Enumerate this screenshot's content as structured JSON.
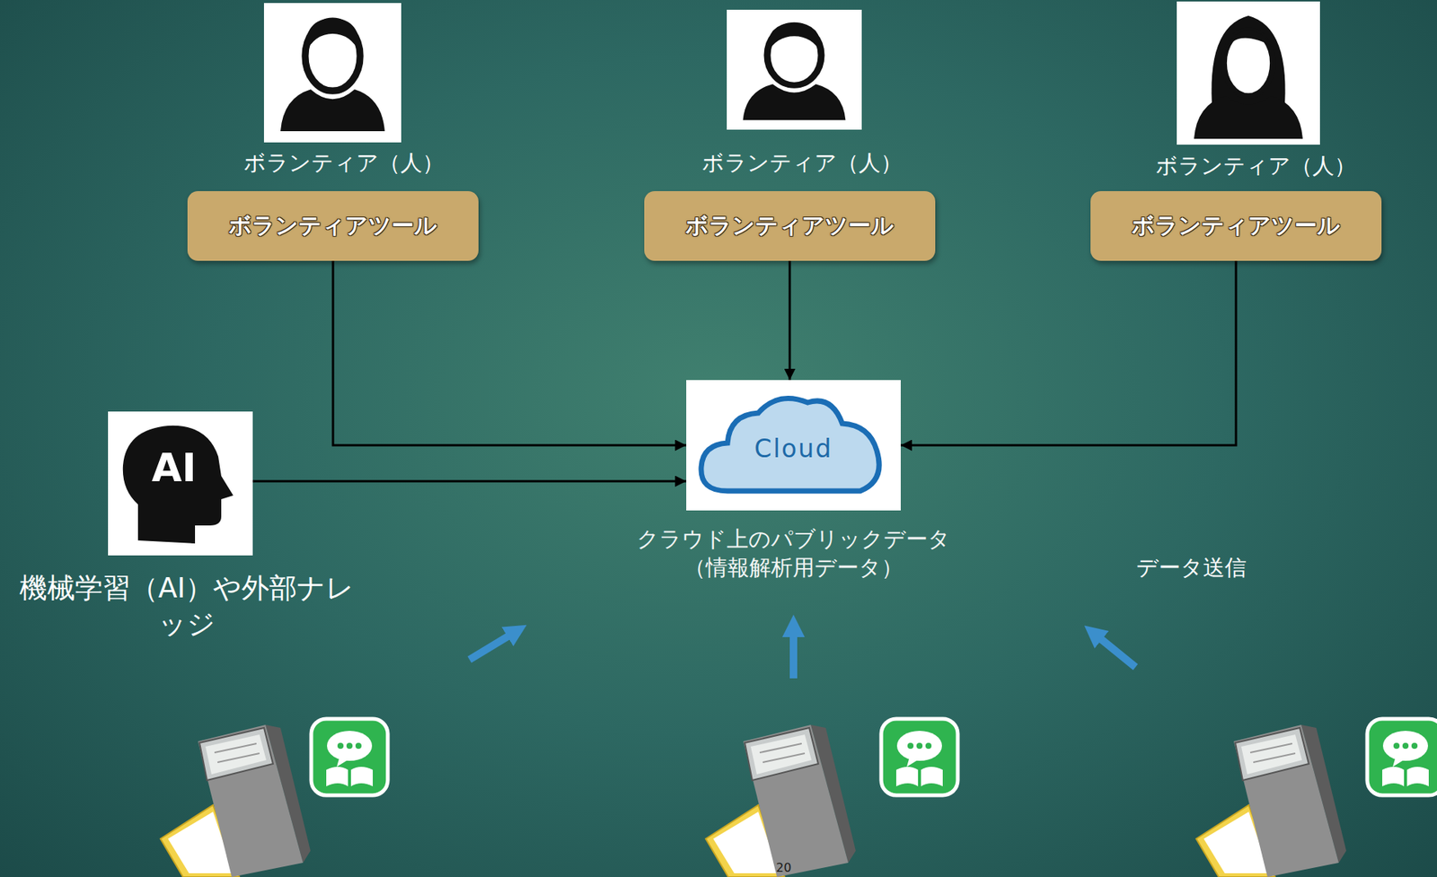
{
  "diagram": {
    "nodes": [
      {
        "text": [
          "ボランティアツール"
        ]
      },
      {
        "text": [
          "ボランティアツール"
        ]
      },
      {
        "text": [
          "ボランティアツール"
        ]
      },
      {
        "text": [
          "AI",
          "機械学習（AI）や外部ナレッジ"
        ]
      },
      {
        "text": [
          "Cloud",
          "クラウド上のパブリックデータ （情報解析用データ）"
        ]
      }
    ],
    "edges": [
      {
        "from": 0,
        "to": 4,
        "arrow": "to"
      },
      {
        "from": 1,
        "to": 4,
        "arrow": "to"
      },
      {
        "from": 2,
        "to": 4,
        "arrow": "to"
      },
      {
        "from": 3,
        "to": 4,
        "arrow": "to"
      }
    ],
    "labels": [
      "ボランティア（人）",
      "ボランティア（人）",
      "ボランティア（人）",
      "データ送信",
      "20"
    ]
  }
}
